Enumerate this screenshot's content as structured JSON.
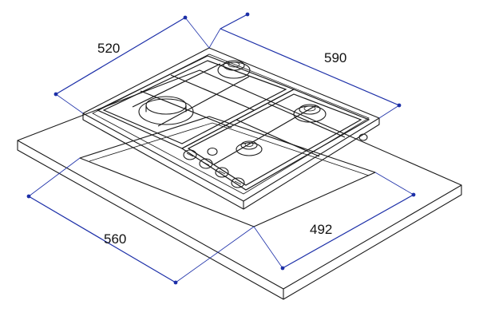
{
  "dimensions": {
    "hob_depth": "520",
    "hob_width": "590",
    "cutout_depth": "560",
    "cutout_width": "492"
  },
  "colors": {
    "dimension_line": "#1c2fa8",
    "drawing_line": "#1a1a1a",
    "background": "#ffffff"
  }
}
